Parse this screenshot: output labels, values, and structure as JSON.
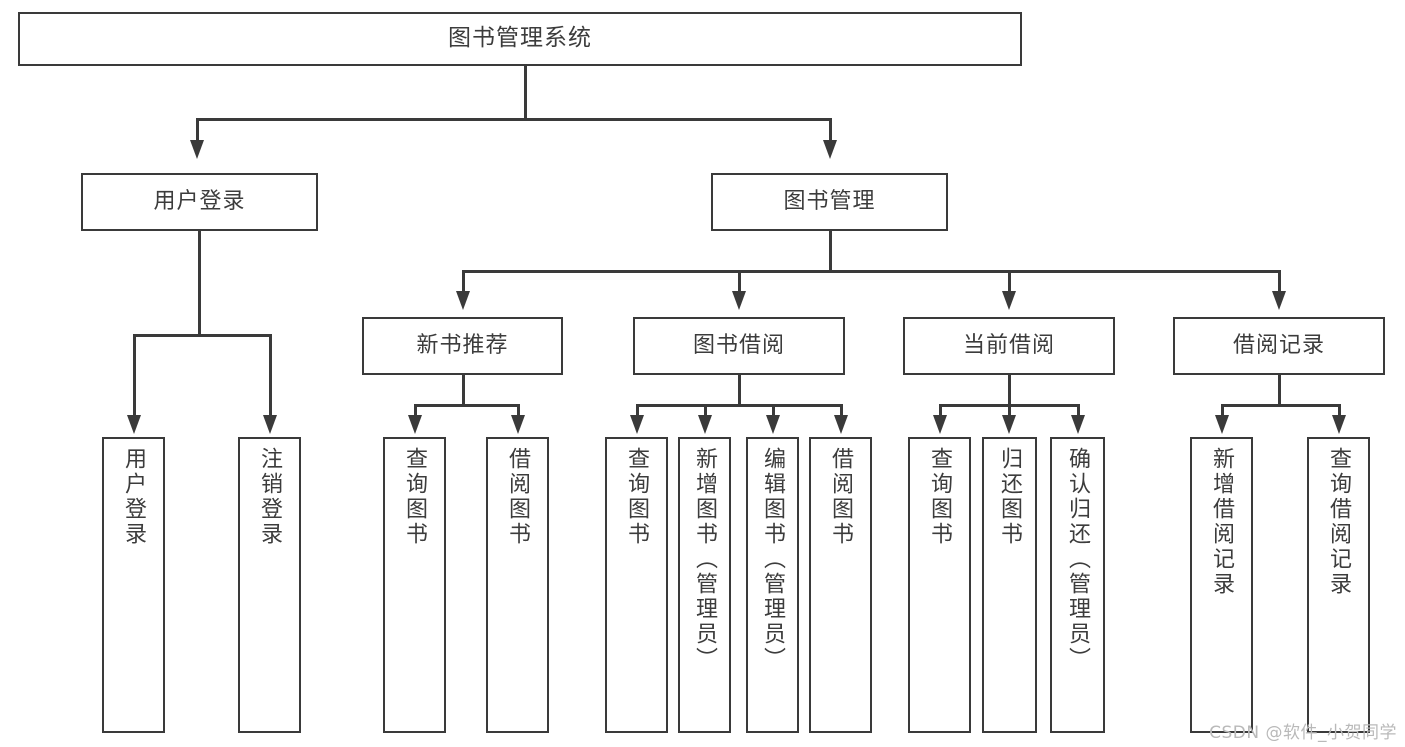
{
  "diagram": {
    "title": "图书管理系统",
    "watermark": "CSDN @软件_小贺同学",
    "colors": {
      "stroke": "#3a3a3a",
      "text": "#3c3c3c",
      "background": "#ffffff",
      "watermark": "#b9b9b9"
    },
    "root": {
      "label": "图书管理系统"
    },
    "level2": [
      {
        "label": "用户登录"
      },
      {
        "label": "图书管理"
      }
    ],
    "level3": [
      {
        "label": "新书推荐"
      },
      {
        "label": "图书借阅"
      },
      {
        "label": "当前借阅"
      },
      {
        "label": "借阅记录"
      }
    ],
    "leaves": {
      "user_login": [
        {
          "label": "用户登录"
        },
        {
          "label": "注销登录"
        }
      ],
      "new_book_recommend": [
        {
          "label": "查询图书"
        },
        {
          "label": "借阅图书"
        }
      ],
      "book_borrow": [
        {
          "label": "查询图书"
        },
        {
          "label": "新增图书（管理员）"
        },
        {
          "label": "编辑图书（管理员）"
        },
        {
          "label": "借阅图书"
        }
      ],
      "current_borrow": [
        {
          "label": "查询图书"
        },
        {
          "label": "归还图书"
        },
        {
          "label": "确认归还（管理员）"
        }
      ],
      "borrow_record": [
        {
          "label": "新增借阅记录"
        },
        {
          "label": "查询借阅记录"
        }
      ]
    }
  }
}
